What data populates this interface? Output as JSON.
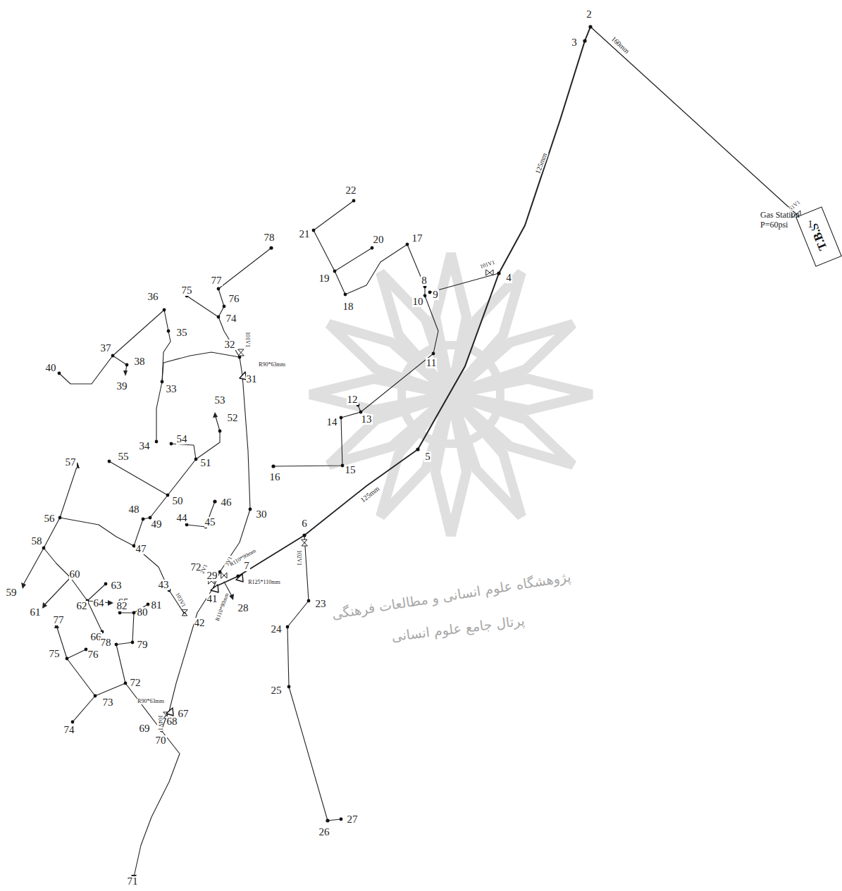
{
  "diagram": {
    "nodes": [
      {
        "text": [
          "T.B.S"
        ]
      }
    ],
    "labels": [
      "Gas Station P=60psi",
      "1",
      "2",
      "3",
      "4",
      "5",
      "6",
      "7",
      "8",
      "9",
      "10",
      "11",
      "12",
      "13",
      "14",
      "15",
      "16",
      "17",
      "18",
      "19",
      "20",
      "21",
      "22",
      "23",
      "24",
      "25",
      "26",
      "27",
      "28",
      "29",
      "30",
      "31",
      "32",
      "33",
      "34",
      "35",
      "36",
      "37",
      "38",
      "39",
      "40",
      "41",
      "42",
      "43",
      "44",
      "45",
      "46",
      "47",
      "48",
      "49",
      "50",
      "51",
      "52",
      "53",
      "54",
      "55",
      "56",
      "57",
      "58",
      "59",
      "60",
      "61",
      "62",
      "63",
      "64",
      "65",
      "66",
      "67",
      "68",
      "69",
      "70",
      "71",
      "72",
      "72",
      "73",
      "74",
      "74",
      "75",
      "75",
      "76",
      "76",
      "77",
      "77",
      "78",
      "78",
      "79",
      "80",
      "81",
      "82",
      "160mm",
      "125mm",
      "125mm",
      "51V1",
      "101V1",
      "102V1",
      "101V1",
      "3V1",
      "2V1",
      "103V1",
      "104V1",
      "R90*63mm",
      "R110*90mm",
      "R125*110mm",
      "R110*90mm",
      "R90*63mm",
      "پژوهشگاه علوم انسانی و مطالعات فرهنگی",
      "پرتال جامع علوم انسانی"
    ]
  }
}
